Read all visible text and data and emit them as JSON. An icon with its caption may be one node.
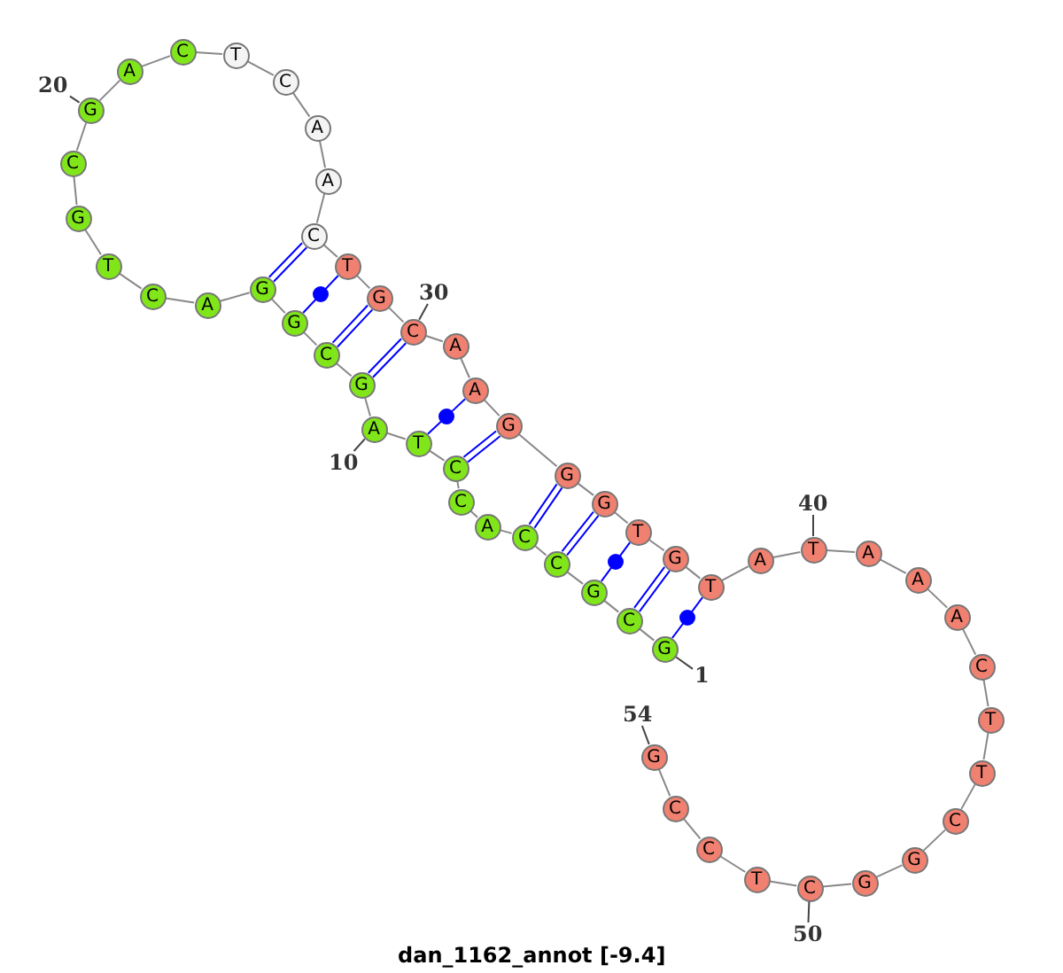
{
  "diagram": {
    "caption": "dan_1162_annot [-9.4]",
    "nodes": [
      {
        "text": [
          "G"
        ]
      },
      {
        "text": [
          "C"
        ]
      },
      {
        "text": [
          "G"
        ]
      },
      {
        "text": [
          "C"
        ]
      },
      {
        "text": [
          "C"
        ]
      },
      {
        "text": [
          "A"
        ]
      },
      {
        "text": [
          "C"
        ]
      },
      {
        "text": [
          "C"
        ]
      },
      {
        "text": [
          "T"
        ]
      },
      {
        "text": [
          "A"
        ]
      },
      {
        "text": [
          "G"
        ]
      },
      {
        "text": [
          "C"
        ]
      },
      {
        "text": [
          "G"
        ]
      },
      {
        "text": [
          "G"
        ]
      },
      {
        "text": [
          "A"
        ]
      },
      {
        "text": [
          "C"
        ]
      },
      {
        "text": [
          "T"
        ]
      },
      {
        "text": [
          "G"
        ]
      },
      {
        "text": [
          "C"
        ]
      },
      {
        "text": [
          "G"
        ]
      },
      {
        "text": [
          "A"
        ]
      },
      {
        "text": [
          "C"
        ]
      },
      {
        "text": [
          "T"
        ]
      },
      {
        "text": [
          "C"
        ]
      },
      {
        "text": [
          "A"
        ]
      },
      {
        "text": [
          "A"
        ]
      },
      {
        "text": [
          "C"
        ]
      },
      {
        "text": [
          "T"
        ]
      },
      {
        "text": [
          "G"
        ]
      },
      {
        "text": [
          "C"
        ]
      },
      {
        "text": [
          "A"
        ]
      },
      {
        "text": [
          "A"
        ]
      },
      {
        "text": [
          "G"
        ]
      },
      {
        "text": [
          "G"
        ]
      },
      {
        "text": [
          "G"
        ]
      },
      {
        "text": [
          "T"
        ]
      },
      {
        "text": [
          "G"
        ]
      },
      {
        "text": [
          "T"
        ]
      },
      {
        "text": [
          "A"
        ]
      },
      {
        "text": [
          "T"
        ]
      },
      {
        "text": [
          "A"
        ]
      },
      {
        "text": [
          "A"
        ]
      },
      {
        "text": [
          "A"
        ]
      },
      {
        "text": [
          "C"
        ]
      },
      {
        "text": [
          "T"
        ]
      },
      {
        "text": [
          "T"
        ]
      },
      {
        "text": [
          "C"
        ]
      },
      {
        "text": [
          "G"
        ]
      },
      {
        "text": [
          "G"
        ]
      },
      {
        "text": [
          "C"
        ]
      },
      {
        "text": [
          "T"
        ]
      },
      {
        "text": [
          "C"
        ]
      },
      {
        "text": [
          "C"
        ]
      },
      {
        "text": [
          "G"
        ]
      },
      {
        "text": [
          "1"
        ]
      },
      {
        "text": [
          "10"
        ]
      },
      {
        "text": [
          "20"
        ]
      },
      {
        "text": [
          "30"
        ]
      },
      {
        "text": [
          "40"
        ]
      },
      {
        "text": [
          "50"
        ]
      },
      {
        "text": [
          "54"
        ]
      }
    ],
    "edges": [
      {
        "from": 0,
        "to": 1,
        "arrow": "none"
      },
      {
        "from": 1,
        "to": 2,
        "arrow": "none"
      },
      {
        "from": 2,
        "to": 3,
        "arrow": "none"
      },
      {
        "from": 3,
        "to": 4,
        "arrow": "none"
      },
      {
        "from": 4,
        "to": 5,
        "arrow": "none"
      },
      {
        "from": 5,
        "to": 6,
        "arrow": "none"
      },
      {
        "from": 6,
        "to": 7,
        "arrow": "none"
      },
      {
        "from": 7,
        "to": 8,
        "arrow": "none"
      },
      {
        "from": 8,
        "to": 9,
        "arrow": "none"
      },
      {
        "from": 9,
        "to": 10,
        "arrow": "none"
      },
      {
        "from": 10,
        "to": 11,
        "arrow": "none"
      },
      {
        "from": 11,
        "to": 12,
        "arrow": "none"
      },
      {
        "from": 12,
        "to": 13,
        "arrow": "none"
      },
      {
        "from": 13,
        "to": 14,
        "arrow": "none"
      },
      {
        "from": 14,
        "to": 15,
        "arrow": "none"
      },
      {
        "from": 15,
        "to": 16,
        "arrow": "none"
      },
      {
        "from": 16,
        "to": 17,
        "arrow": "none"
      },
      {
        "from": 17,
        "to": 18,
        "arrow": "none"
      },
      {
        "from": 18,
        "to": 19,
        "arrow": "none"
      },
      {
        "from": 19,
        "to": 20,
        "arrow": "none"
      },
      {
        "from": 20,
        "to": 21,
        "arrow": "none"
      },
      {
        "from": 21,
        "to": 22,
        "arrow": "none"
      },
      {
        "from": 22,
        "to": 23,
        "arrow": "none"
      },
      {
        "from": 23,
        "to": 24,
        "arrow": "none"
      },
      {
        "from": 24,
        "to": 25,
        "arrow": "none"
      },
      {
        "from": 25,
        "to": 26,
        "arrow": "none"
      },
      {
        "from": 26,
        "to": 27,
        "arrow": "none"
      },
      {
        "from": 27,
        "to": 28,
        "arrow": "none"
      },
      {
        "from": 28,
        "to": 29,
        "arrow": "none"
      },
      {
        "from": 29,
        "to": 30,
        "arrow": "none"
      },
      {
        "from": 30,
        "to": 31,
        "arrow": "none"
      },
      {
        "from": 31,
        "to": 32,
        "arrow": "none"
      },
      {
        "from": 32,
        "to": 33,
        "arrow": "none"
      },
      {
        "from": 33,
        "to": 34,
        "arrow": "none"
      },
      {
        "from": 34,
        "to": 35,
        "arrow": "none"
      },
      {
        "from": 35,
        "to": 36,
        "arrow": "none"
      },
      {
        "from": 36,
        "to": 37,
        "arrow": "none"
      },
      {
        "from": 37,
        "to": 38,
        "arrow": "none"
      },
      {
        "from": 38,
        "to": 39,
        "arrow": "none"
      },
      {
        "from": 39,
        "to": 40,
        "arrow": "none"
      },
      {
        "from": 40,
        "to": 41,
        "arrow": "none"
      },
      {
        "from": 41,
        "to": 42,
        "arrow": "none"
      },
      {
        "from": 42,
        "to": 43,
        "arrow": "none"
      },
      {
        "from": 43,
        "to": 44,
        "arrow": "none"
      },
      {
        "from": 44,
        "to": 45,
        "arrow": "none"
      },
      {
        "from": 45,
        "to": 46,
        "arrow": "none"
      },
      {
        "from": 46,
        "to": 47,
        "arrow": "none"
      },
      {
        "from": 47,
        "to": 48,
        "arrow": "none"
      },
      {
        "from": 48,
        "to": 49,
        "arrow": "none"
      },
      {
        "from": 49,
        "to": 50,
        "arrow": "none"
      },
      {
        "from": 50,
        "to": 51,
        "arrow": "none"
      },
      {
        "from": 51,
        "to": 52,
        "arrow": "none"
      },
      {
        "from": 52,
        "to": 53,
        "arrow": "none"
      },
      {
        "from": 0,
        "to": 37,
        "arrow": "none",
        "color": "#0000ff"
      },
      {
        "from": 1,
        "to": 36,
        "arrow": "none",
        "color": "#0000ff"
      },
      {
        "from": 2,
        "to": 35,
        "arrow": "none",
        "color": "#0000ff"
      },
      {
        "from": 3,
        "to": 34,
        "arrow": "none",
        "color": "#0000ff"
      },
      {
        "from": 4,
        "to": 33,
        "arrow": "none",
        "color": "#0000ff"
      },
      {
        "from": 7,
        "to": 32,
        "arrow": "none",
        "color": "#0000ff"
      },
      {
        "from": 8,
        "to": 31,
        "arrow": "none",
        "color": "#0000ff"
      },
      {
        "from": 10,
        "to": 29,
        "arrow": "none",
        "color": "#0000ff"
      },
      {
        "from": 11,
        "to": 28,
        "arrow": "none",
        "color": "#0000ff"
      },
      {
        "from": 12,
        "to": 27,
        "arrow": "none",
        "color": "#0000ff"
      },
      {
        "from": 13,
        "to": 26,
        "arrow": "none",
        "color": "#0000ff"
      },
      {
        "from": 54,
        "to": 0,
        "arrow": "none"
      },
      {
        "from": 55,
        "to": 9,
        "arrow": "none"
      },
      {
        "from": 56,
        "to": 19,
        "arrow": "none"
      },
      {
        "from": 57,
        "to": 29,
        "arrow": "none"
      },
      {
        "from": 58,
        "to": 39,
        "arrow": "none"
      },
      {
        "from": 59,
        "to": 49,
        "arrow": "none"
      },
      {
        "from": 60,
        "to": 53,
        "arrow": "none"
      }
    ]
  }
}
